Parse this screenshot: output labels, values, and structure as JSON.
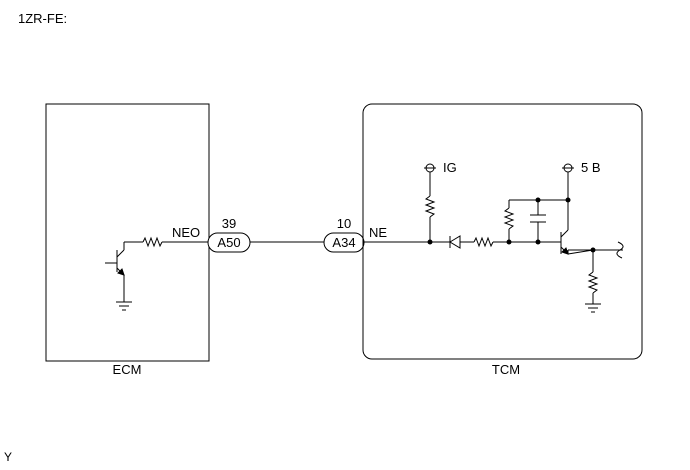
{
  "header": {
    "engine": "1ZR-FE:"
  },
  "footer": {
    "mark": "Y"
  },
  "ecm": {
    "name": "ECM",
    "pin_label": "NEO"
  },
  "tcm": {
    "name": "TCM",
    "pin_label": "NE",
    "supply_ig": "IG",
    "supply_5b": "5 B"
  },
  "connectors": [
    {
      "id": "A50",
      "pin": "39"
    },
    {
      "id": "A34",
      "pin": "10"
    }
  ],
  "colors": {
    "line": "#000000",
    "background": "#ffffff"
  }
}
